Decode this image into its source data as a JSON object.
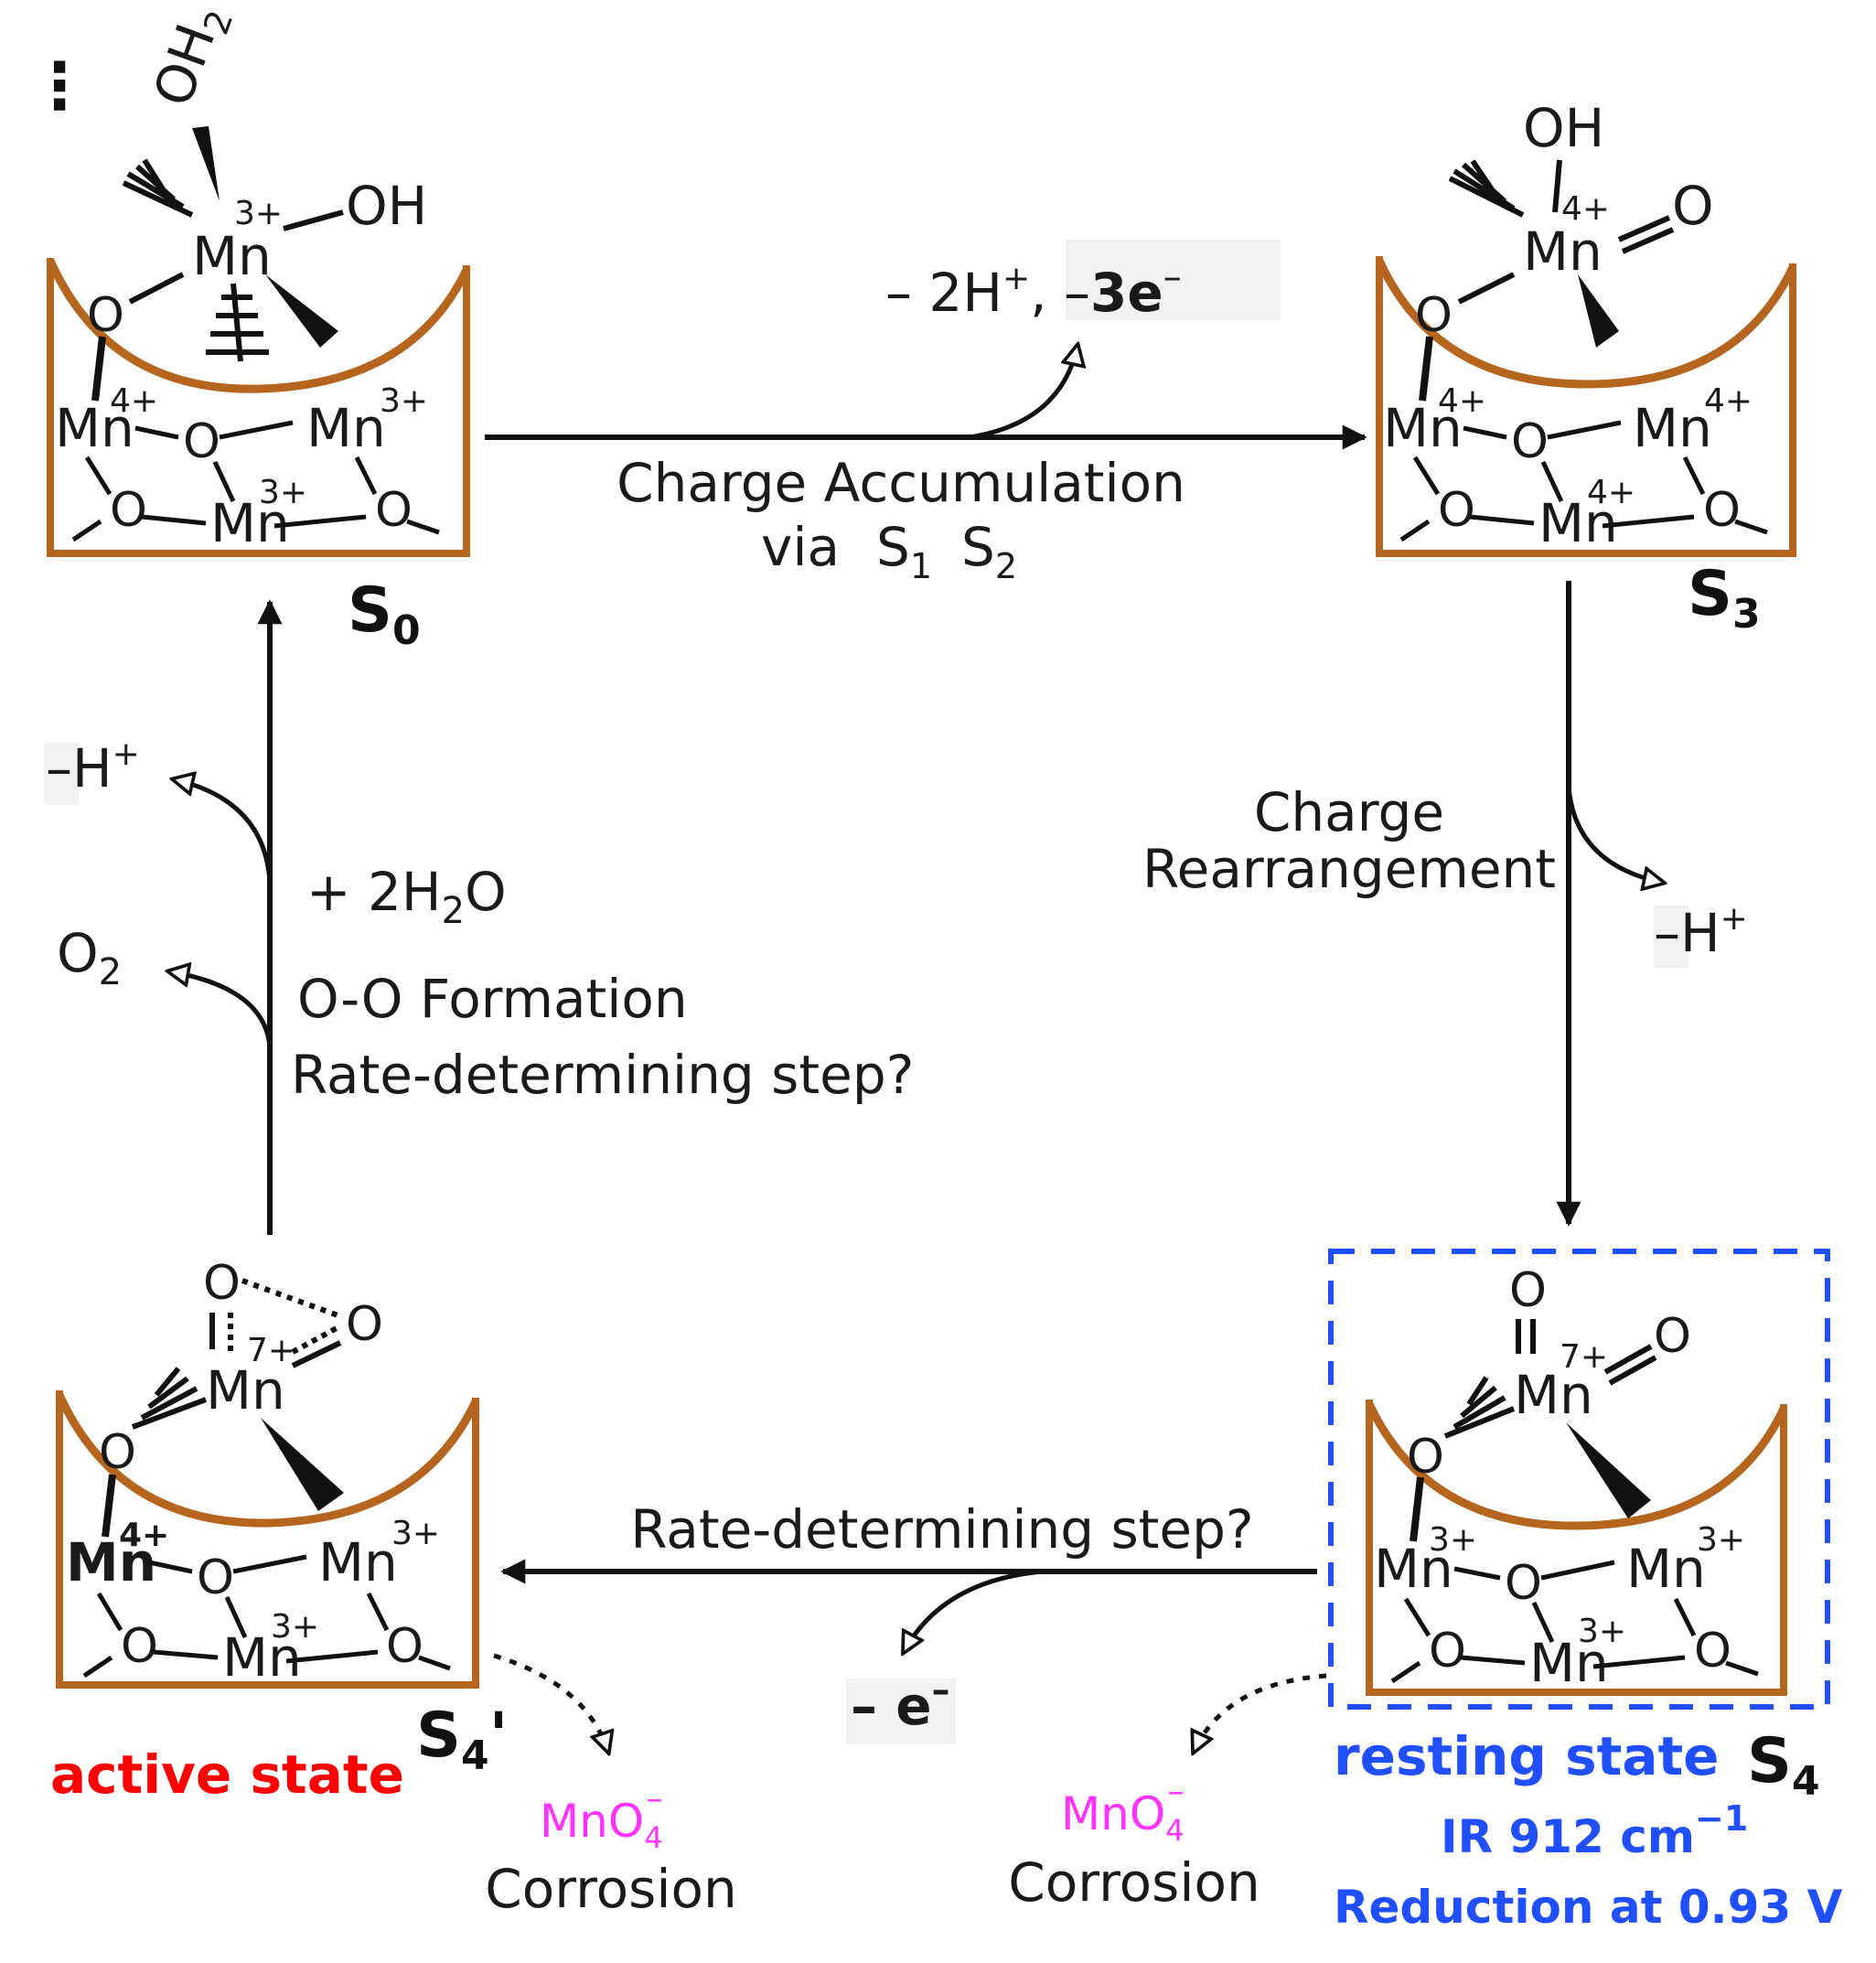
{
  "panel_marker": "⋮",
  "states": {
    "s0": {
      "label": "S",
      "sub": "0"
    },
    "s3": {
      "label": "S",
      "sub": "3"
    },
    "s4": {
      "label": "S",
      "sub": "4"
    },
    "s4p": {
      "label": "S",
      "sub": "4",
      "prime": "'"
    }
  },
  "atoms": {
    "mn": "Mn",
    "o": "O",
    "oh": "OH",
    "oh2": "OH",
    "oh2_sub": "2"
  },
  "charges": {
    "three": "3+",
    "four": "4+",
    "seven": "7+"
  },
  "top_arrow": {
    "byproduct_prefix": "– 2H",
    "byproduct_plus": "+",
    "byproduct_comma": ", –",
    "byproduct_electrons": "3e",
    "byproduct_electrons_sup": "–",
    "line1": "Charge Accumulation",
    "line2_via": "via",
    "line2_s1": "S",
    "line2_s1_sub": "1",
    "line2_s2": "S",
    "line2_s2_sub": "2"
  },
  "right_arrow": {
    "line1": "Charge",
    "line2": "Rearrangement",
    "byproduct": "–H",
    "byproduct_sup": "+"
  },
  "bottom_arrow": {
    "label": "Rate-determining step?",
    "byproduct": "– e",
    "byproduct_sup": "–"
  },
  "left_arrow": {
    "proton": "–H",
    "proton_sup": "+",
    "water_prefix": "+ 2H",
    "water_sub": "2",
    "water_suffix": "O",
    "o2": "O",
    "o2_sub": "2",
    "formation": "O-O Formation",
    "rds": "Rate-determining step?"
  },
  "corrosion": {
    "species": "MnO",
    "species_sub": "4",
    "species_sup": "–",
    "label": "Corrosion"
  },
  "annotations": {
    "active_state": "active state",
    "resting_state": "resting state",
    "ir_prefix": "IR 912 cm",
    "ir_sup": "−1",
    "reduction": "Reduction at 0.93 V"
  },
  "colors": {
    "frame": "#b5651d",
    "mn7": "#ff33ff",
    "mn4_active": "#1f8f1f",
    "active_state": "#ff0000",
    "resting_state": "#1f4fff",
    "resting_box": "#1f4fff"
  }
}
